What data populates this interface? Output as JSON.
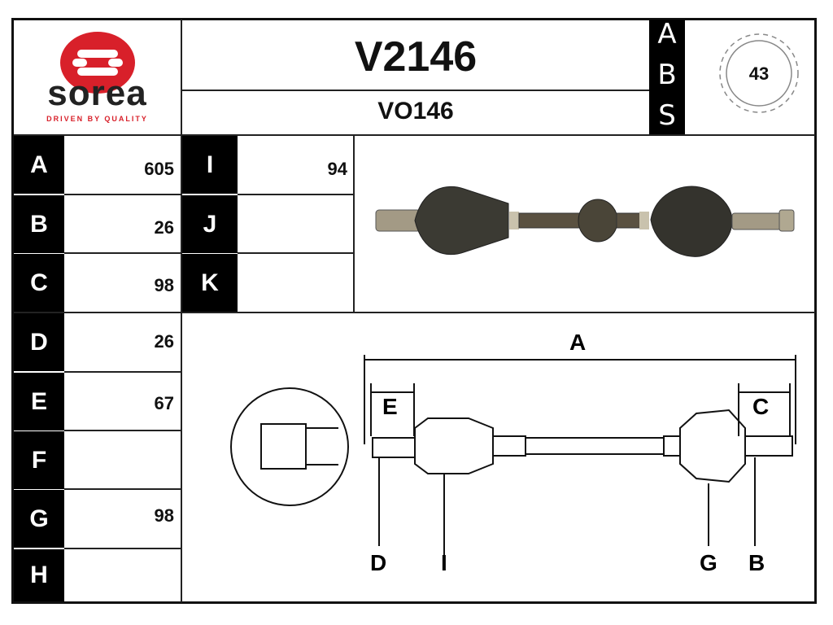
{
  "brand": {
    "name": "sorea",
    "tagline": "DRIVEN BY QUALITY",
    "logo_color": "#d8202a"
  },
  "part": {
    "code": "V2146",
    "ref": "VO146"
  },
  "abs": {
    "letters": [
      "A",
      "B",
      "S"
    ],
    "teeth": "43"
  },
  "dimensions_left": [
    {
      "label": "A",
      "value": "605"
    },
    {
      "label": "B",
      "value": "26"
    },
    {
      "label": "C",
      "value": "98"
    },
    {
      "label": "D",
      "value": "26"
    },
    {
      "label": "E",
      "value": "67"
    },
    {
      "label": "F",
      "value": ""
    },
    {
      "label": "G",
      "value": "98"
    },
    {
      "label": "H",
      "value": ""
    }
  ],
  "dimensions_right": [
    {
      "label": "I",
      "value": "94"
    },
    {
      "label": "J",
      "value": ""
    },
    {
      "label": "K",
      "value": ""
    }
  ],
  "diagram_labels": {
    "a": "A",
    "b": "B",
    "c": "C",
    "d": "D",
    "e": "E",
    "g": "G",
    "i": "I"
  }
}
